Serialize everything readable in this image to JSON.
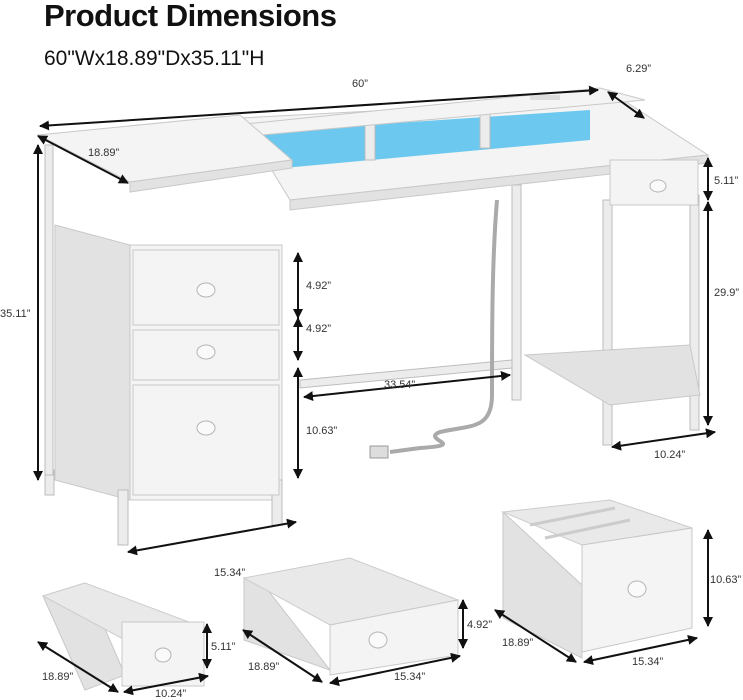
{
  "header": {
    "title": "Product Dimensions",
    "subtitle": "60\"Wx18.89\"Dx35.11\"H"
  },
  "desk_dimensions": {
    "width": "60”",
    "hutch_depth": "6.29”",
    "left_depth": "18.89”",
    "total_height": "35.11”",
    "drawer1_height": "4.92”",
    "drawer2_height": "4.92”",
    "drawer3_height": "10.63”",
    "knee_width": "33.54”",
    "cabinet_width": "15.34”",
    "right_drawer_height": "5.11”",
    "leg_height": "29.9”",
    "right_width": "10.24”"
  },
  "drawers": [
    {
      "depth": "18.89”",
      "width": "10.24”",
      "height": "5.11”"
    },
    {
      "depth": "18.89”",
      "width": "15.34”",
      "height": "4.92”"
    },
    {
      "depth": "18.89”",
      "width": "15.34”",
      "height": "10.63”"
    }
  ],
  "colors": {
    "led": "#6cc8ee",
    "furniture": "#f4f4f4"
  }
}
